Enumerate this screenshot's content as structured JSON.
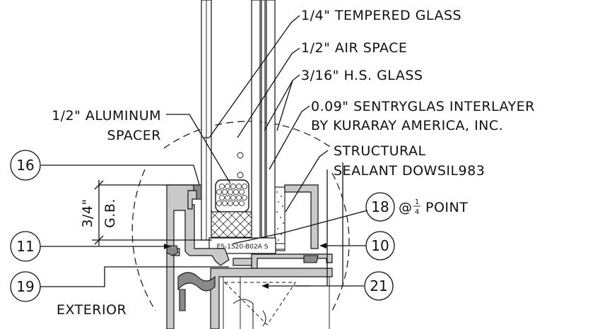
{
  "labels": {
    "tempered_glass": "1/4\" TEMPERED GLASS",
    "air_space": "1/2\" AIR SPACE",
    "hs_glass": "3/16\" H.S. GLASS",
    "interlayer_line1": "0.09\" SENTRYGLAS INTERLAYER",
    "interlayer_line2": "BY KURARAY AMERICA, INC.",
    "spacer_line1": "1/2\" ALUMINUM",
    "spacer_line2": "SPACER",
    "sealant_line1": "STRUCTURAL",
    "sealant_line2": "SEALANT DOWSIL983",
    "setting_block": "POINT",
    "setting_block_frac_num": "1",
    "setting_block_frac_den": "4",
    "setting_block_at": "@",
    "exterior": "EXTERIOR",
    "dim_value": "3/4\"",
    "dim_name": "G.B.",
    "part_number": "ES-1520-B02A S"
  },
  "tags": {
    "t16": "16",
    "t11": "11",
    "t19": "19",
    "t18": "18",
    "t10": "10",
    "t21": "21"
  }
}
